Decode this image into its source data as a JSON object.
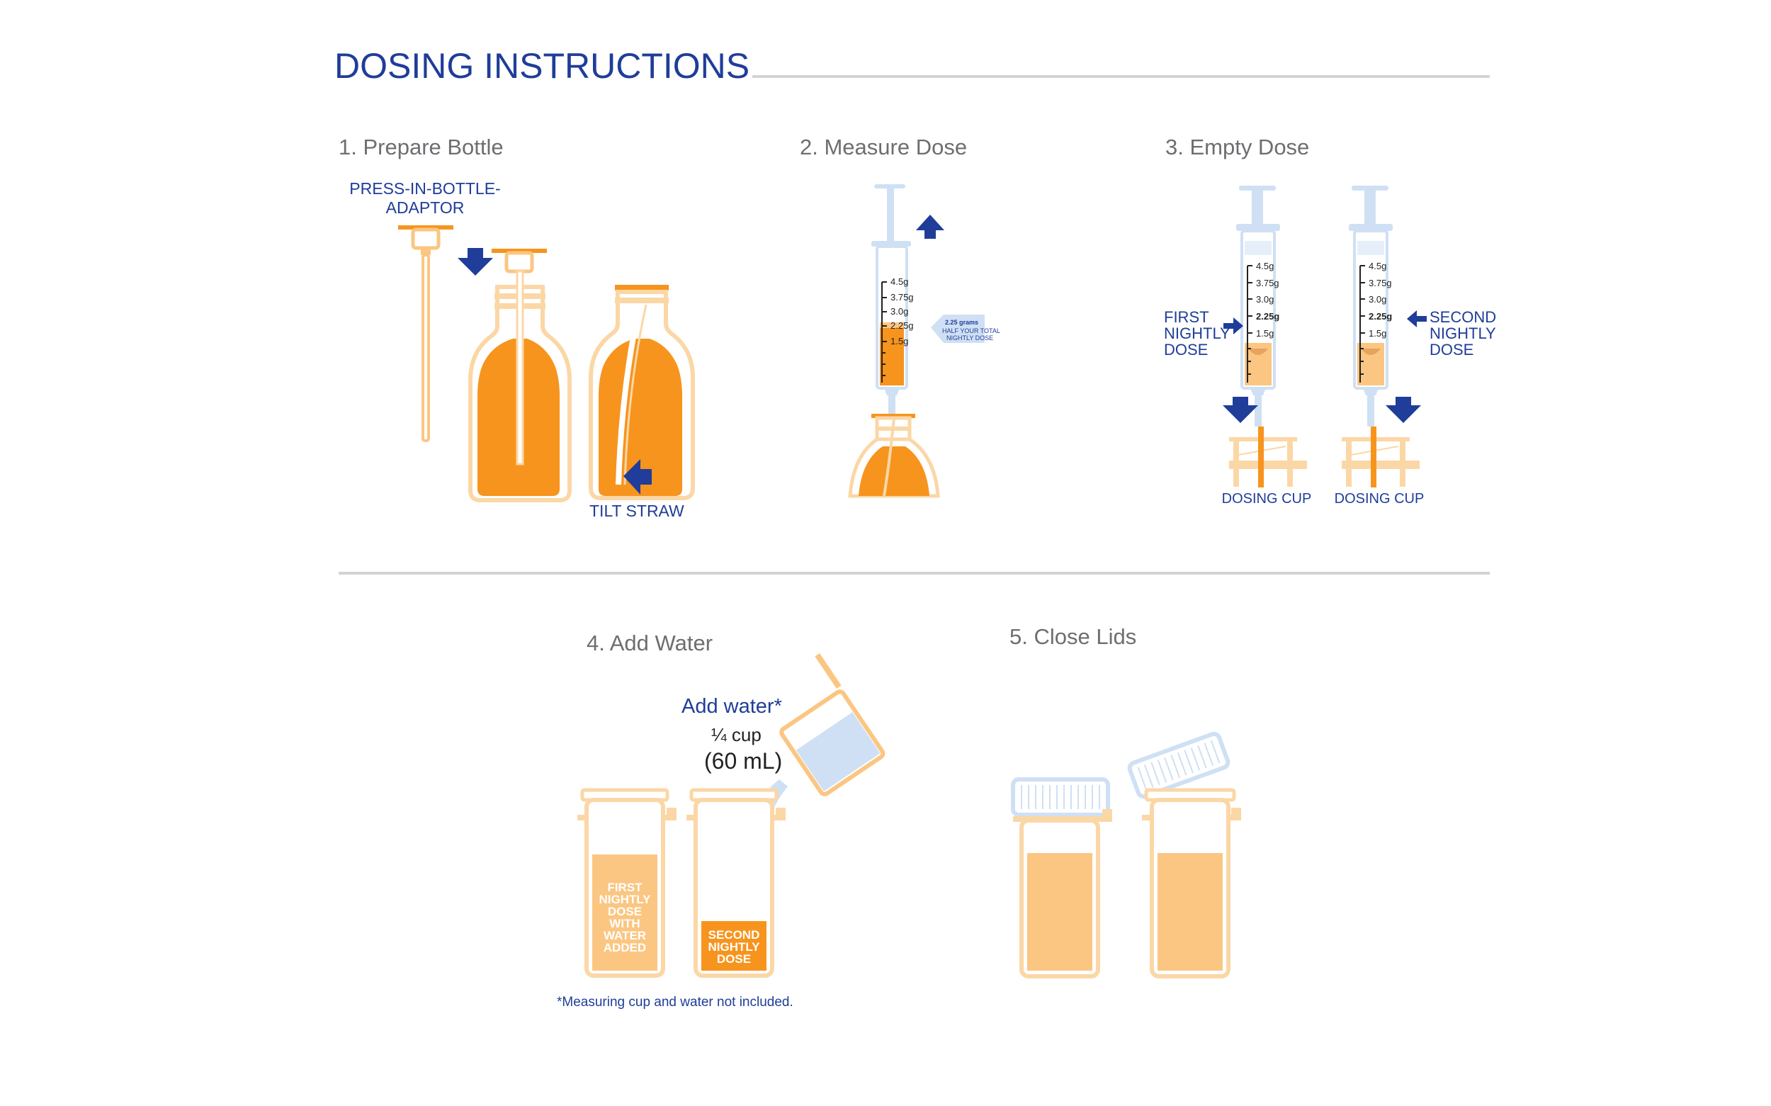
{
  "title": "DOSING INSTRUCTIONS",
  "colors": {
    "brand_blue": "#1f3d99",
    "orange": "#f7941d",
    "light_orange": "#fbc682",
    "pale_orange_outline": "#fbd7a6",
    "light_blue": "#cfe0f4",
    "divider_gray": "#d1d3d4",
    "step_gray": "#6d6e71"
  },
  "steps": {
    "s1": {
      "label": "1. Prepare Bottle",
      "adaptor_label_line1": "PRESS-IN-BOTTLE-",
      "adaptor_label_line2": "ADAPTOR",
      "tilt_label": "TILT STRAW"
    },
    "s2": {
      "label": "2. Measure Dose",
      "graduations": [
        "4.5g",
        "3.75g",
        "3.0g",
        "2.25g",
        "1.5g"
      ],
      "callout_line1": "2.25 grams",
      "callout_line2": "HALF YOUR TOTAL",
      "callout_line3": "NIGHTLY DOSE"
    },
    "s3": {
      "label": "3. Empty Dose",
      "graduations": [
        "4.5g",
        "3.75g",
        "3.0g",
        "2.25g",
        "1.5g"
      ],
      "first_line1": "FIRST",
      "first_line2": "NIGHTLY",
      "first_line3": "DOSE",
      "second_line1": "SECOND",
      "second_line2": "NIGHTLY",
      "second_line3": "DOSE",
      "cup_label_1": "DOSING CUP",
      "cup_label_2": "DOSING CUP"
    },
    "s4": {
      "label": "4. Add Water",
      "add_water": "Add water*",
      "amount_cup": "¼ cup",
      "amount_ml": "(60 mL)",
      "cup1_lines": [
        "FIRST",
        "NIGHTLY",
        "DOSE",
        "WITH",
        "WATER",
        "ADDED"
      ],
      "cup2_lines": [
        "SECOND",
        "NIGHTLY",
        "DOSE"
      ],
      "footnote": "*Measuring cup and water not included."
    },
    "s5": {
      "label": "5. Close Lids"
    }
  },
  "icons": {
    "down_arrow": "arrow-down-icon",
    "up_arrow": "arrow-up-icon",
    "left_arrow": "arrow-left-icon",
    "right_arrow": "arrow-right-icon"
  }
}
